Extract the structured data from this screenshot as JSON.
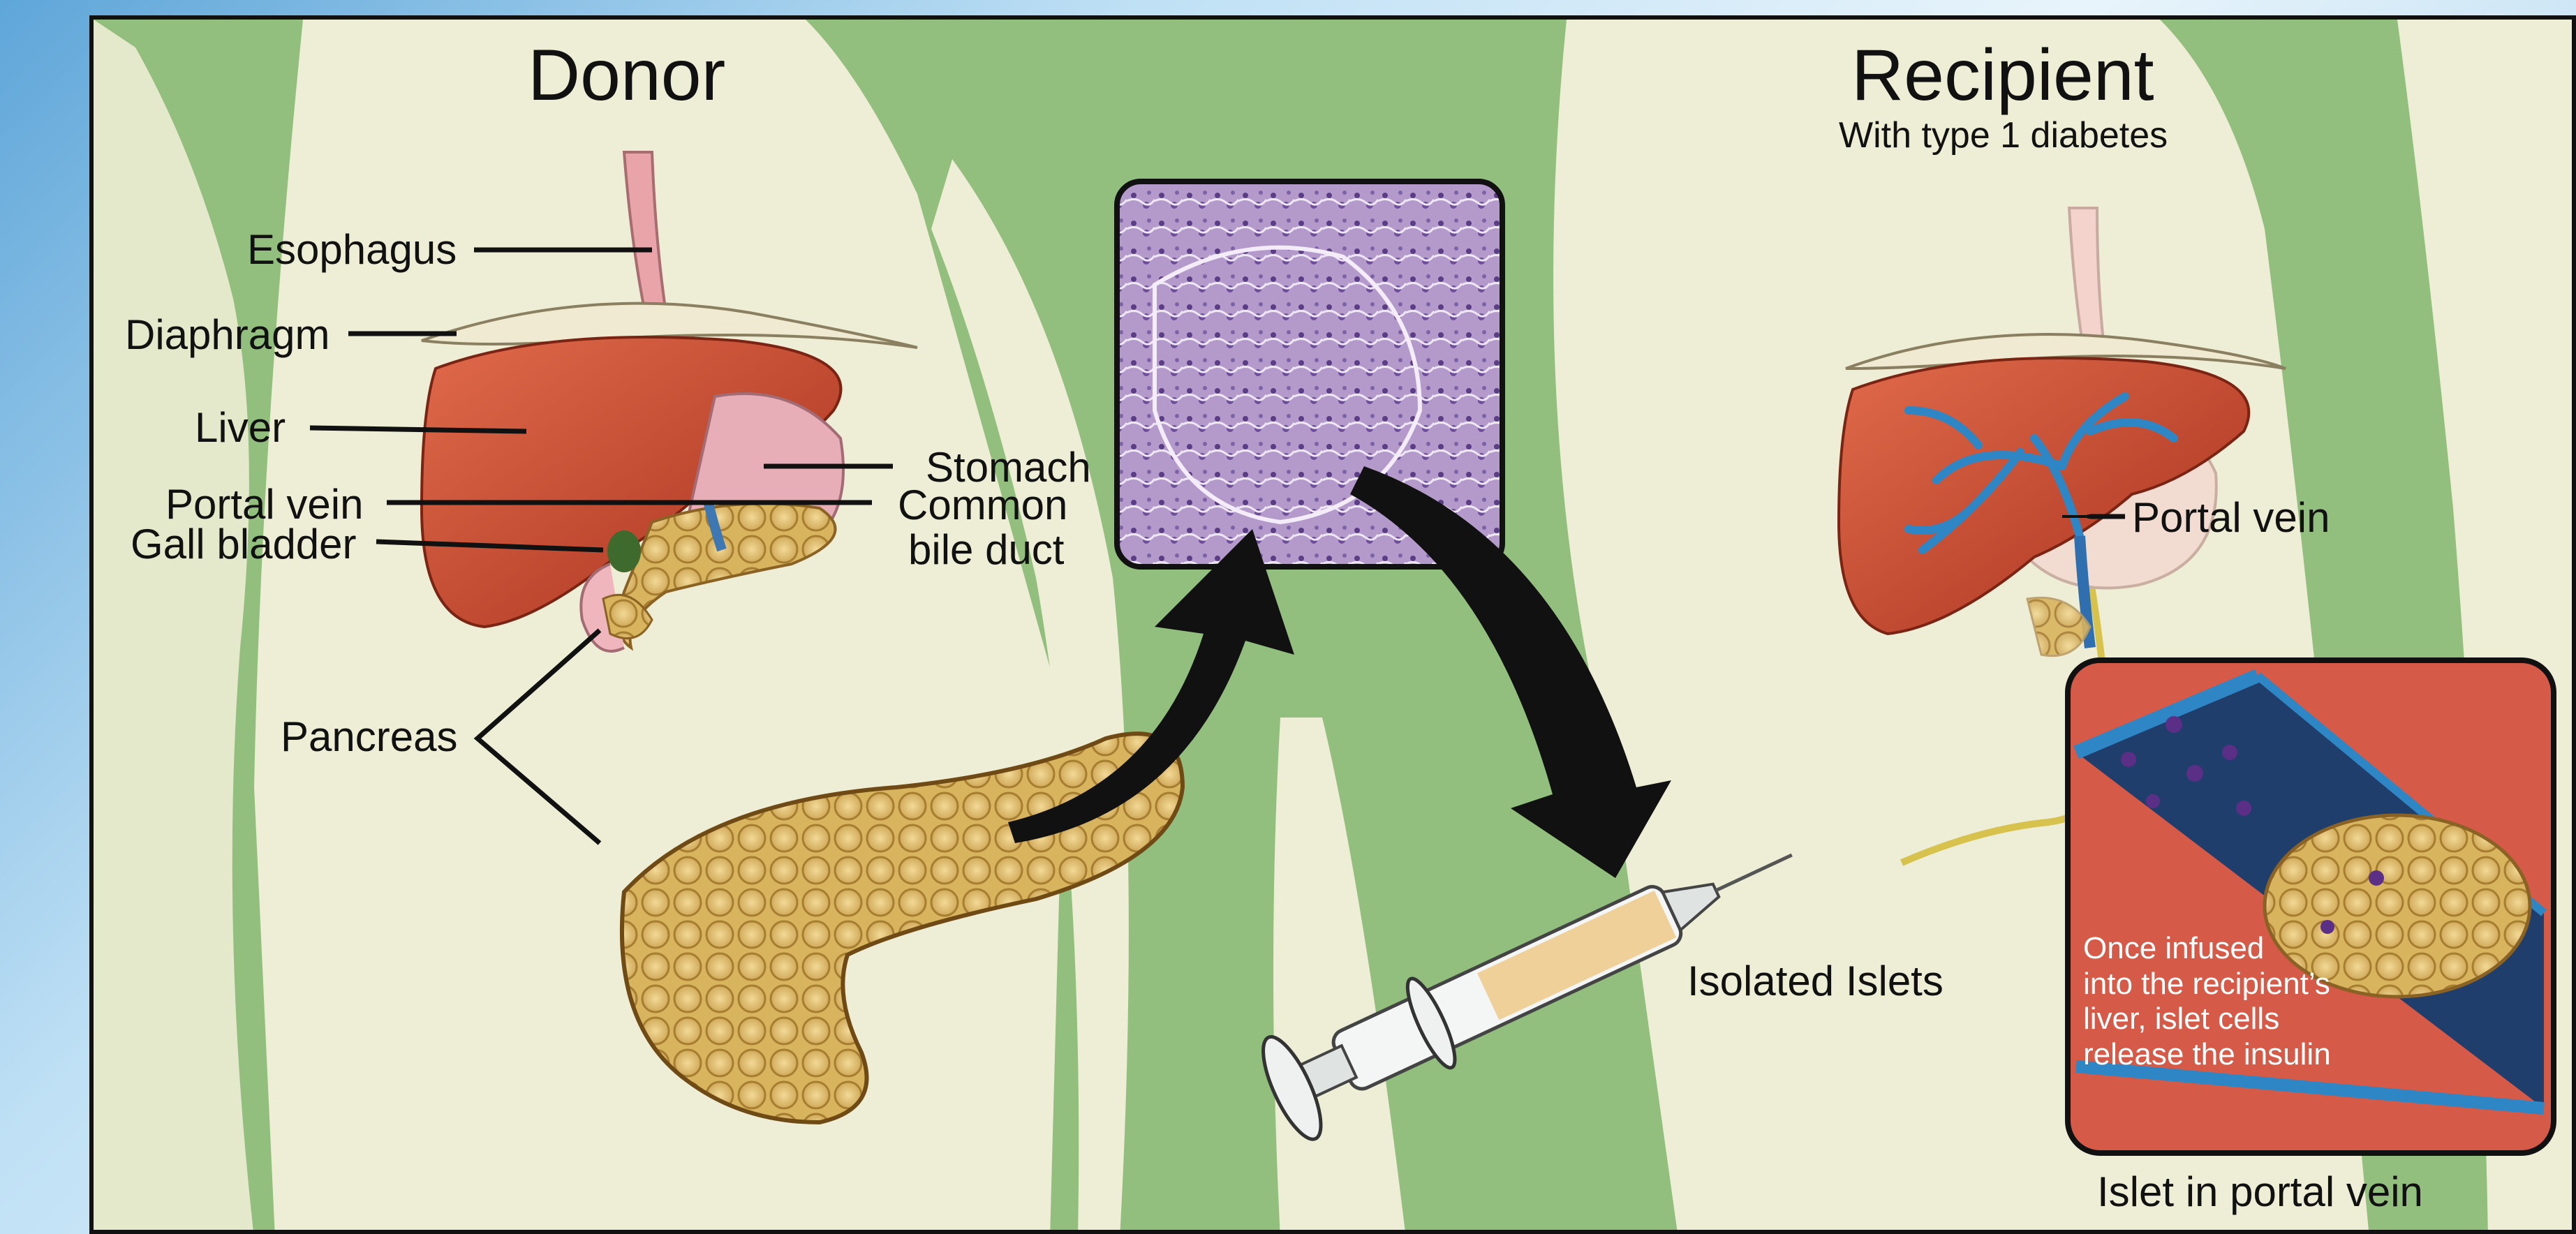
{
  "donor": {
    "title": "Donor",
    "labels": {
      "esophagus": "Esophagus",
      "diaphragm": "Diaphragm",
      "liver": "Liver",
      "portal_vein": "Portal vein",
      "gall_bladder": "Gall bladder",
      "stomach": "Stomach",
      "common_bile_duct_1": "Common",
      "common_bile_duct_2": "bile duct",
      "pancreas": "Pancreas"
    }
  },
  "recipient": {
    "title": "Recipient",
    "subtitle": "With type 1 diabetes",
    "labels": {
      "portal_vein": "Portal vein",
      "isolated_islets": "Isolated Islets",
      "islet_in_portal_vein": "Islet in portal vein"
    },
    "inset_caption": [
      "Once infused",
      "into the recipient’s",
      "liver, islet cells",
      "release the insulin"
    ]
  },
  "colors": {
    "background_green": "#93bf7e",
    "body_silhouette": "#eeedd5",
    "liver": "#c9452b",
    "pancreas": "#d9b865",
    "tissue_purple": "#a98bc4",
    "vein_blue": "#2f86c4",
    "inset_red": "#d65a48"
  }
}
